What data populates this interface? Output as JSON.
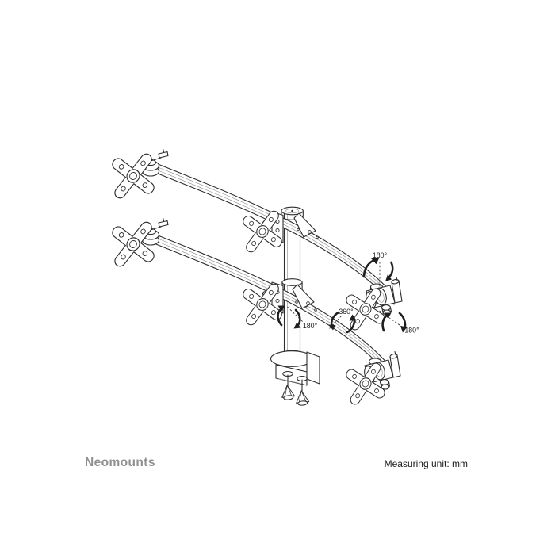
{
  "branding": {
    "logo": "Neomounts"
  },
  "footer": {
    "measuring_note": "Measuring unit: mm"
  },
  "diagram": {
    "annotations": {
      "top_swivel": "180°",
      "pole_rotation": "180°",
      "arm_rotation": "360°",
      "bottom_swivel": "180°"
    }
  },
  "colors": {
    "background": "#ffffff",
    "line": "#2e2e2e",
    "logo_text": "#8f8f8f",
    "note_text": "#1b1b1b"
  }
}
